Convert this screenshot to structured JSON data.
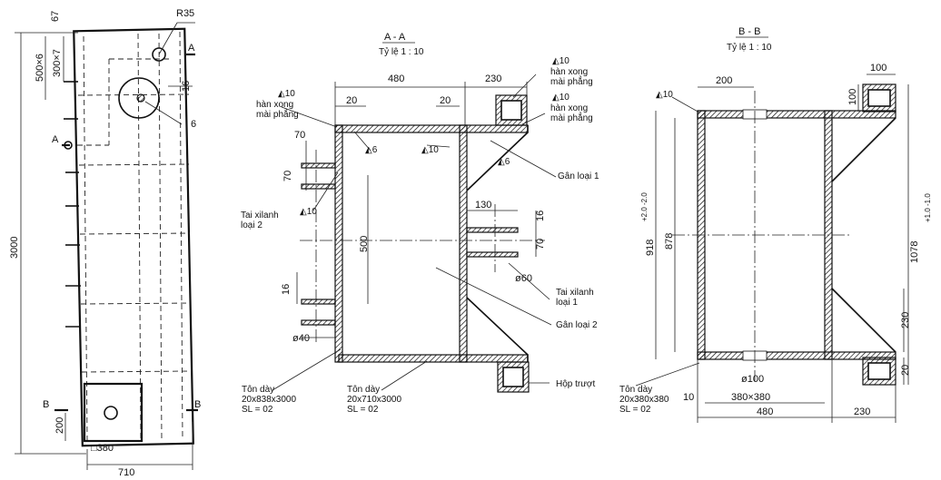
{
  "left_view": {
    "dims": {
      "d67": "67",
      "r35": "R35",
      "d500x6": "500×6",
      "d300x7": "300×7",
      "d16": "16",
      "weld6": "6",
      "d3000": "3000",
      "d200": "200",
      "sq380": "□380",
      "d710": "710"
    },
    "section_marks": {
      "a_top": "A",
      "a_left": "A",
      "b_left": "B",
      "b_right": "B"
    }
  },
  "section_aa": {
    "title": "A - A",
    "scale": "Tỷ lệ 1 : 10",
    "dims": {
      "d480": "480",
      "d230": "230",
      "d20a": "20",
      "d20b": "20",
      "d70a": "70",
      "d70b": "70",
      "d500": "500",
      "d130": "130",
      "d16a": "16",
      "d70c": "70",
      "d16b": "16",
      "phi60": "ø60",
      "phi40": "ø40"
    },
    "welds": {
      "w10_tr1": "10",
      "w10_tr2": "10",
      "w10_left": "10",
      "w6_left": "6",
      "w10_mid": "10",
      "w6_right": "6",
      "w10_tai": "10"
    },
    "notes": {
      "han_xong": "hàn xong",
      "mai_phang": "mài phẳng"
    },
    "labels": {
      "gan_loai_1": "Gân loại 1",
      "tai_xilanh": "Tai xilanh",
      "loai_2": "loại 2",
      "loai_1": "loại 1",
      "gan_loai_2": "Gân loại 2",
      "hop_truot": "Hộp trượt"
    },
    "plates": [
      {
        "name": "Tôn dày",
        "size": "20x838x3000",
        "qty": "SL = 02"
      },
      {
        "name": "Tôn dày",
        "size": "20x710x3000",
        "qty": "SL = 02"
      }
    ]
  },
  "section_bb": {
    "title": "B - B",
    "scale": "Tỷ lệ 1 : 10",
    "dims": {
      "d100a": "100",
      "d200": "200",
      "d100b": "100",
      "d918": "918",
      "tol918": "+2.0\n-2.0",
      "d878": "878",
      "d1078": "1078",
      "tol1078": "+1.0\n-1.0",
      "d230": "230",
      "d20": "20",
      "phi100": "ø100",
      "d10": "10",
      "d380x380": "380×380",
      "d480": "480",
      "d230b": "230"
    },
    "welds": {
      "w10": "10"
    },
    "plate": {
      "name": "Tôn dày",
      "size": "20x380x380",
      "qty": "SL = 02"
    }
  }
}
